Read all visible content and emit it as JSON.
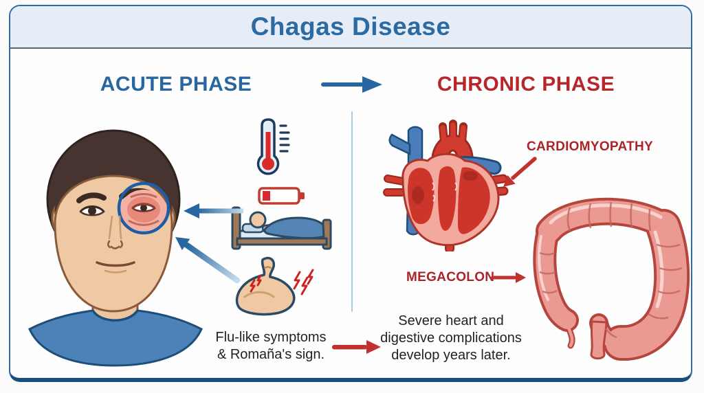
{
  "title": "Chagas Disease",
  "acute": {
    "heading": "ACUTE PHASE",
    "caption_lines": [
      "Flu-like symptoms",
      "& Romaña's sign."
    ],
    "icon_names": [
      "patient-face-swollen-eye",
      "romana-sign-circle",
      "thermometer-fever-icon",
      "low-battery-icon",
      "bed-rest-icon",
      "muscle-pain-arm-icon"
    ]
  },
  "chronic": {
    "heading": "CHRONIC PHASE",
    "cardiomyopathy_label": "CARDIOMYOPATHY",
    "megacolon_label": "MEGACOLON",
    "caption_lines": [
      "Severe heart and",
      "digestive complications",
      "develop years later."
    ],
    "icon_names": [
      "heart-anatomy-illustration",
      "megacolon-illustration"
    ]
  },
  "colors": {
    "accent_blue": "#2766a0",
    "accent_red": "#b8262c",
    "label_red": "#ab2429",
    "header_bg": "#e6edf7",
    "border_blue": "#2f6ba6",
    "border_bottom_blue": "#1c4d7e",
    "divider_blue": "#a9cde4",
    "text_dark": "#222222"
  }
}
